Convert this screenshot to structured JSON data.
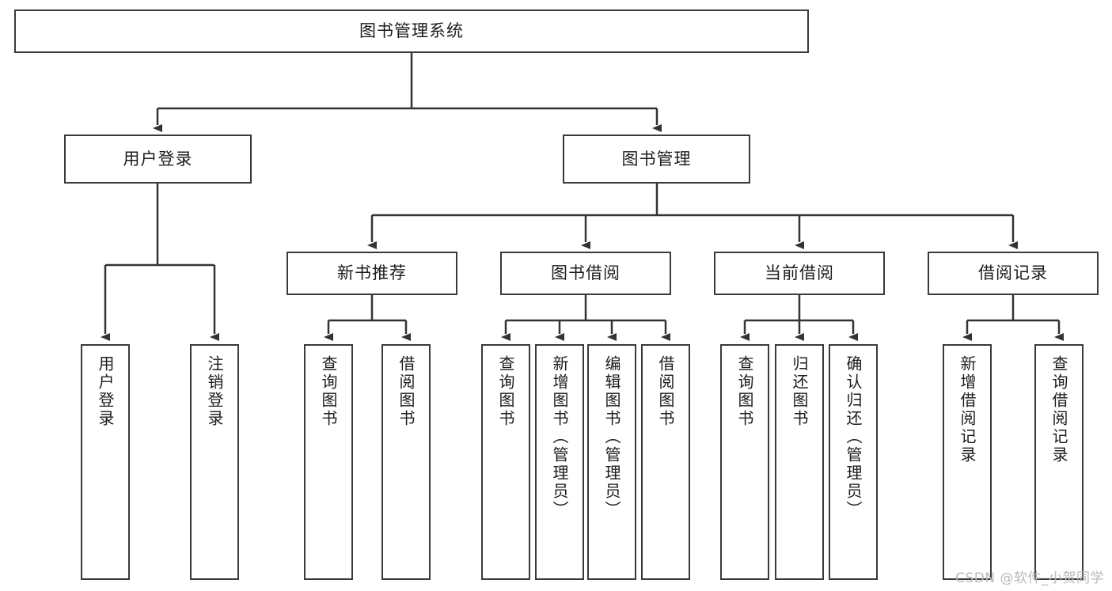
{
  "diagram": {
    "title": "图书管理系统",
    "type": "tree",
    "watermark": "CSDN @软件_小贺同学",
    "colors": {
      "box_border": "#3a3a3a",
      "box_fill": "#ffffff",
      "line": "#333333",
      "text": "#1c1c1c",
      "watermark": "#b9b9b9"
    },
    "levels": {
      "root": {
        "label": "图书管理系统"
      },
      "level1": [
        {
          "label": "用户登录"
        },
        {
          "label": "图书管理"
        }
      ],
      "level2": [
        {
          "label": "新书推荐"
        },
        {
          "label": "图书借阅"
        },
        {
          "label": "当前借阅"
        },
        {
          "label": "借阅记录"
        }
      ],
      "leaves": {
        "user_login": [
          {
            "label": "用户登录"
          },
          {
            "label": "注销登录"
          }
        ],
        "new_book_recommend": [
          {
            "label": "查询图书"
          },
          {
            "label": "借阅图书"
          }
        ],
        "book_borrow": [
          {
            "label": "查询图书"
          },
          {
            "label": "新增图书（管理员）"
          },
          {
            "label": "编辑图书（管理员）"
          },
          {
            "label": "借阅图书"
          }
        ],
        "current_borrow": [
          {
            "label": "查询图书"
          },
          {
            "label": "归还图书"
          },
          {
            "label": "确认归还（管理员）"
          }
        ],
        "borrow_record": [
          {
            "label": "新增借阅记录"
          },
          {
            "label": "查询借阅记录"
          }
        ]
      }
    }
  }
}
